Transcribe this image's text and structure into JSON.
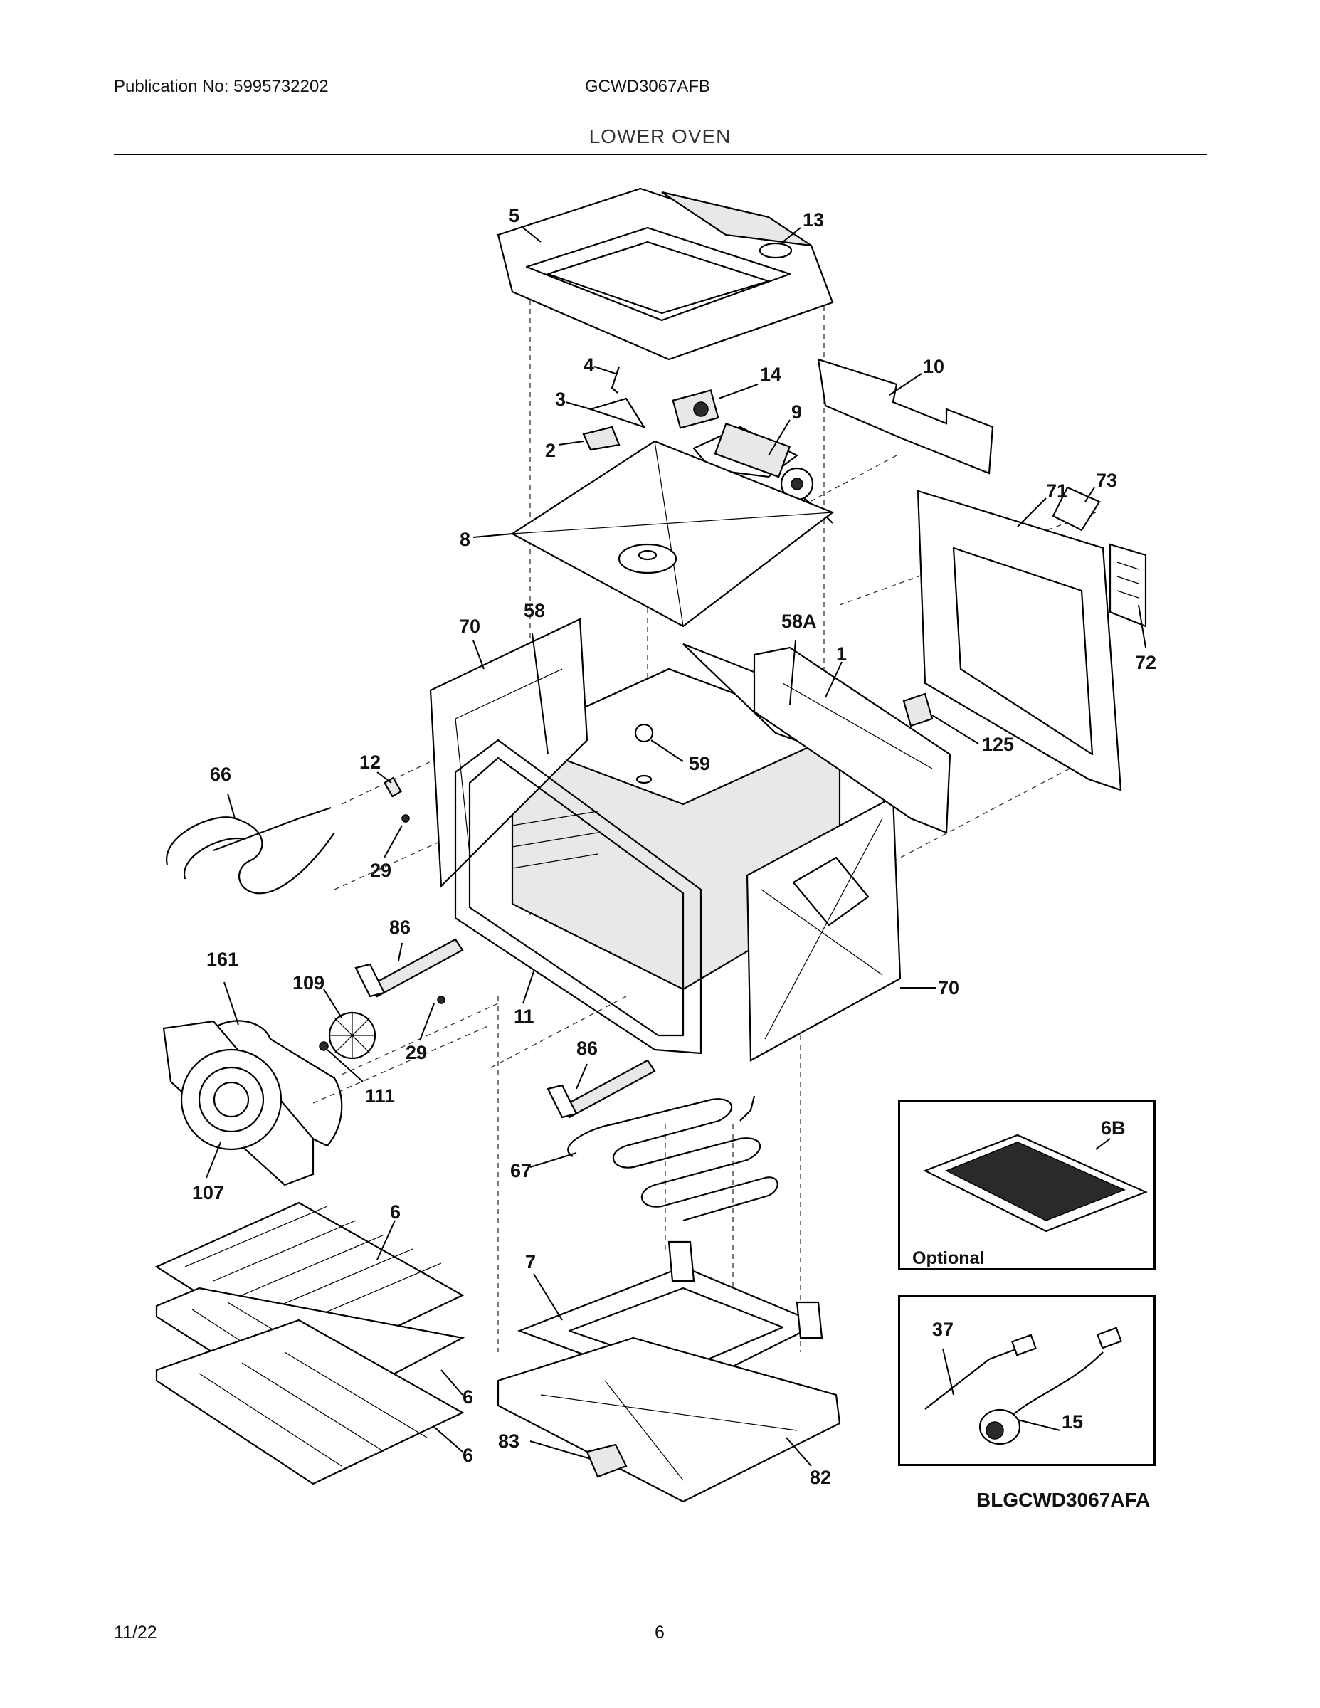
{
  "header": {
    "publication": "Publication No: 5995732202",
    "model": "GCWD3067AFB",
    "section": "LOWER OVEN"
  },
  "callouts": [
    {
      "id": "5",
      "text": "5"
    },
    {
      "id": "13",
      "text": "13"
    },
    {
      "id": "4",
      "text": "4"
    },
    {
      "id": "14",
      "text": "14"
    },
    {
      "id": "10",
      "text": "10"
    },
    {
      "id": "3",
      "text": "3"
    },
    {
      "id": "9",
      "text": "9"
    },
    {
      "id": "2",
      "text": "2"
    },
    {
      "id": "73",
      "text": "73"
    },
    {
      "id": "71",
      "text": "71"
    },
    {
      "id": "8",
      "text": "8"
    },
    {
      "id": "70a",
      "text": "70"
    },
    {
      "id": "58",
      "text": "58"
    },
    {
      "id": "58A",
      "text": "58A"
    },
    {
      "id": "1",
      "text": "1"
    },
    {
      "id": "72",
      "text": "72"
    },
    {
      "id": "12",
      "text": "12"
    },
    {
      "id": "66",
      "text": "66"
    },
    {
      "id": "59",
      "text": "59"
    },
    {
      "id": "125",
      "text": "125"
    },
    {
      "id": "29a",
      "text": "29"
    },
    {
      "id": "86a",
      "text": "86"
    },
    {
      "id": "161",
      "text": "161"
    },
    {
      "id": "109",
      "text": "109"
    },
    {
      "id": "70b",
      "text": "70"
    },
    {
      "id": "11",
      "text": "11"
    },
    {
      "id": "29b",
      "text": "29"
    },
    {
      "id": "86b",
      "text": "86"
    },
    {
      "id": "111",
      "text": "111"
    },
    {
      "id": "67",
      "text": "67"
    },
    {
      "id": "107",
      "text": "107"
    },
    {
      "id": "6B",
      "text": "6B"
    },
    {
      "id": "6a",
      "text": "6"
    },
    {
      "id": "7",
      "text": "7"
    },
    {
      "id": "37",
      "text": "37"
    },
    {
      "id": "6b",
      "text": "6"
    },
    {
      "id": "15",
      "text": "15"
    },
    {
      "id": "6c",
      "text": "6"
    },
    {
      "id": "83",
      "text": "83"
    },
    {
      "id": "82",
      "text": "82"
    }
  ],
  "optional_label": "Optional",
  "reference_code": "BLGCWD3067AFA",
  "footer": {
    "date": "11/22",
    "page": "6"
  }
}
